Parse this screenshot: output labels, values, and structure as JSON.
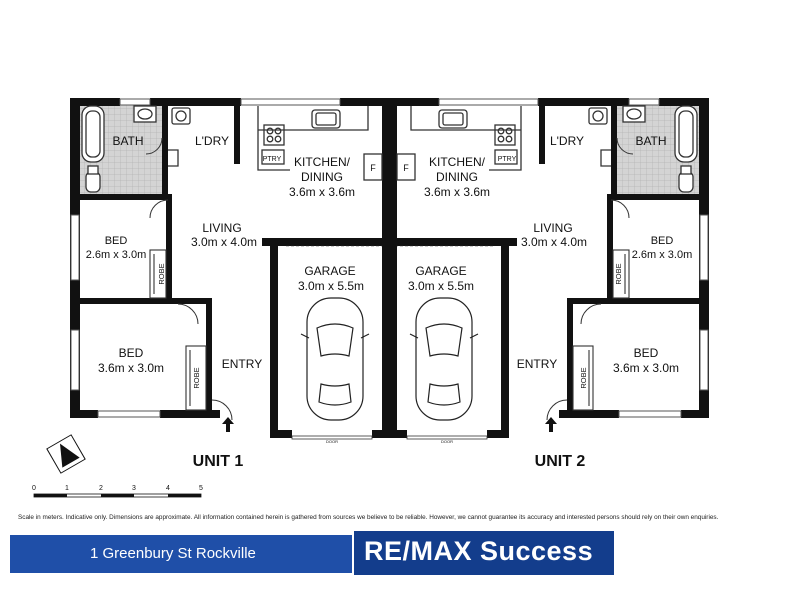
{
  "units": [
    {
      "label": "UNIT 1",
      "rooms": {
        "bath": "BATH",
        "laundry": "L'DRY",
        "pantry": "PTRY",
        "fridge": "F",
        "kitchen_name": "KITCHEN/",
        "kitchen_name2": "DINING",
        "kitchen_dim": "3.6m x 3.6m",
        "living_name": "LIVING",
        "living_dim": "3.0m x 4.0m",
        "bed1_name": "BED",
        "bed1_dim": "2.6m x 3.0m",
        "robe1": "ROBE",
        "bed2_name": "BED",
        "bed2_dim": "3.6m x 3.0m",
        "robe2": "ROBE",
        "entry": "ENTRY",
        "garage_name": "GARAGE",
        "garage_dim": "3.0m x 5.5m",
        "door_label": "DOOR"
      }
    },
    {
      "label": "UNIT 2",
      "rooms": {
        "bath": "BATH",
        "laundry": "L'DRY",
        "pantry": "PTRY",
        "fridge": "F",
        "kitchen_name": "KITCHEN/",
        "kitchen_name2": "DINING",
        "kitchen_dim": "3.6m x 3.6m",
        "living_name": "LIVING",
        "living_dim": "3.0m x 4.0m",
        "bed1_name": "BED",
        "bed1_dim": "2.6m x 3.0m",
        "robe1": "ROBE",
        "bed2_name": "BED",
        "bed2_dim": "3.6m x 3.0m",
        "robe2": "ROBE",
        "entry": "ENTRY",
        "garage_name": "GARAGE",
        "garage_dim": "3.0m x 5.5m",
        "door_label": "DOOR"
      }
    }
  ],
  "compass_label": "N",
  "scale": {
    "ticks": [
      "0",
      "1",
      "2",
      "3",
      "4",
      "5"
    ]
  },
  "disclaimer": "Scale in meters. Indicative only. Dimensions are approximate. All information contained herein is gathered from sources we believe to be reliable. However, we cannot guarantee its accuracy and interested persons should rely on their own enquiries.",
  "footer": {
    "address": "1 Greenbury St Rockville",
    "brand": "RE/MAX Success"
  },
  "colors": {
    "wall": "#111111",
    "tile": "#c7c7c7",
    "footer_blue": "#1f4fa8",
    "brand_blue": "#133d8c"
  }
}
